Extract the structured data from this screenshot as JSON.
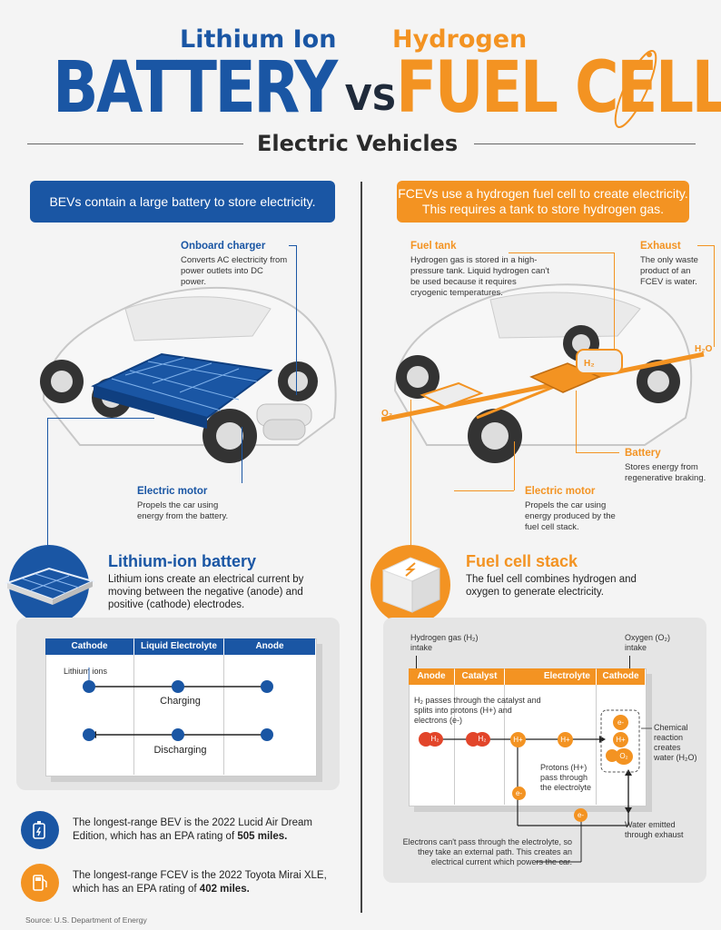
{
  "header": {
    "left_sub": "Lithium Ion",
    "left_big": "BATTERY",
    "vs": "VS",
    "right_sub": "Hydrogen",
    "right_big": "FUEL CELL",
    "subtitle": "Electric Vehicles"
  },
  "left": {
    "banner": "BEVs contain a large battery to store electricity.",
    "charger_title": "Onboard charger",
    "charger_body": "Converts AC electricity from power outlets into DC power.",
    "motor_title": "Electric motor",
    "motor_body": "Propels the car using energy from the battery.",
    "section_title": "Lithium-ion battery",
    "section_body": "Lithium ions create an electrical current by moving between the negative (anode) and positive (cathode) electrodes.",
    "table": {
      "headers": [
        "Cathode",
        "Liquid Electrolyte",
        "Anode"
      ],
      "ions_label": "Lithium ions",
      "charging": "Charging",
      "discharging": "Discharging"
    },
    "fact1_a": "The longest-range BEV is the 2022 Lucid Air Dream Edition, which has an EPA rating of ",
    "fact1_b": "505 miles.",
    "fact2_a": "The longest-range FCEV is the 2022 Toyota Mirai XLE, which has an EPA rating of ",
    "fact2_b": "402 miles.",
    "source": "Source: U.S. Department of Energy"
  },
  "right": {
    "banner": "FCEVs use a hydrogen fuel cell to create electricity. This requires a tank to store hydrogen gas.",
    "tank_title": "Fuel tank",
    "tank_body": "Hydrogen gas is stored in a high-pressure tank. Liquid hydrogen can't be used because it requires cryogenic temperatures.",
    "exhaust_title": "Exhaust",
    "exhaust_body": "The only waste product of an FCEV is water.",
    "battery_title": "Battery",
    "battery_body": "Stores energy from regenerative braking.",
    "motor_title": "Electric motor",
    "motor_body": "Propels the car using energy produced by the fuel cell stack.",
    "section_title": "Fuel cell stack",
    "section_body": "The fuel cell combines hydrogen and oxygen to generate electricity.",
    "h2_intake": "Hydrogen gas (H₂) intake",
    "o2_intake": "Oxygen (O₂) intake",
    "headers": [
      "Anode",
      "Catalyst",
      "Electrolyte",
      "Cathode"
    ],
    "catalyst_note": "H₂ passes through the catalyst and splits into protons (H+) and electrons (e-)",
    "protons_note": "Protons (H+) pass through the electrolyte",
    "chem_note": "Chemical reaction creates water (H₂O)",
    "water_note": "Water emitted through exhaust",
    "electrons_note": "Electrons can't pass through the electrolyte, so they take an external path. This creates an electrical current which powers the car.",
    "h2": "H₂",
    "hplus": "H+",
    "eminus": "e-",
    "o2": "O₂",
    "car_h2": "H₂",
    "car_o2": "O₂",
    "car_h2o": "H₂O"
  },
  "colors": {
    "blue": "#1a56a4",
    "orange": "#f39322",
    "red": "#e2452a"
  }
}
